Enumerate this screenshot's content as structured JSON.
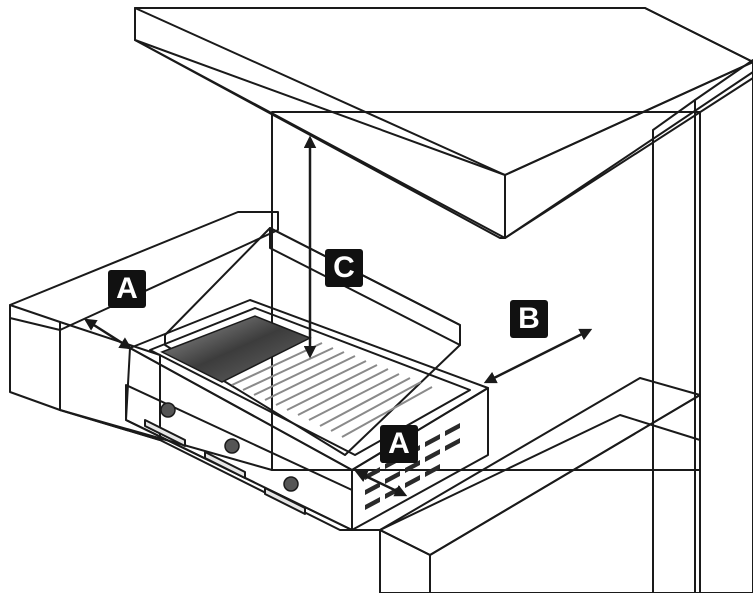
{
  "labels": {
    "a_left": "A",
    "a_right": "A",
    "b": "B",
    "c": "C"
  },
  "colors": {
    "wall": "#bcbcbc",
    "wall_light": "#d6d6d6",
    "wall_dark": "#a8a8a8",
    "steel": "#eaeaea",
    "grate": "#3a3a3a",
    "ink": "#1a1a1a"
  }
}
